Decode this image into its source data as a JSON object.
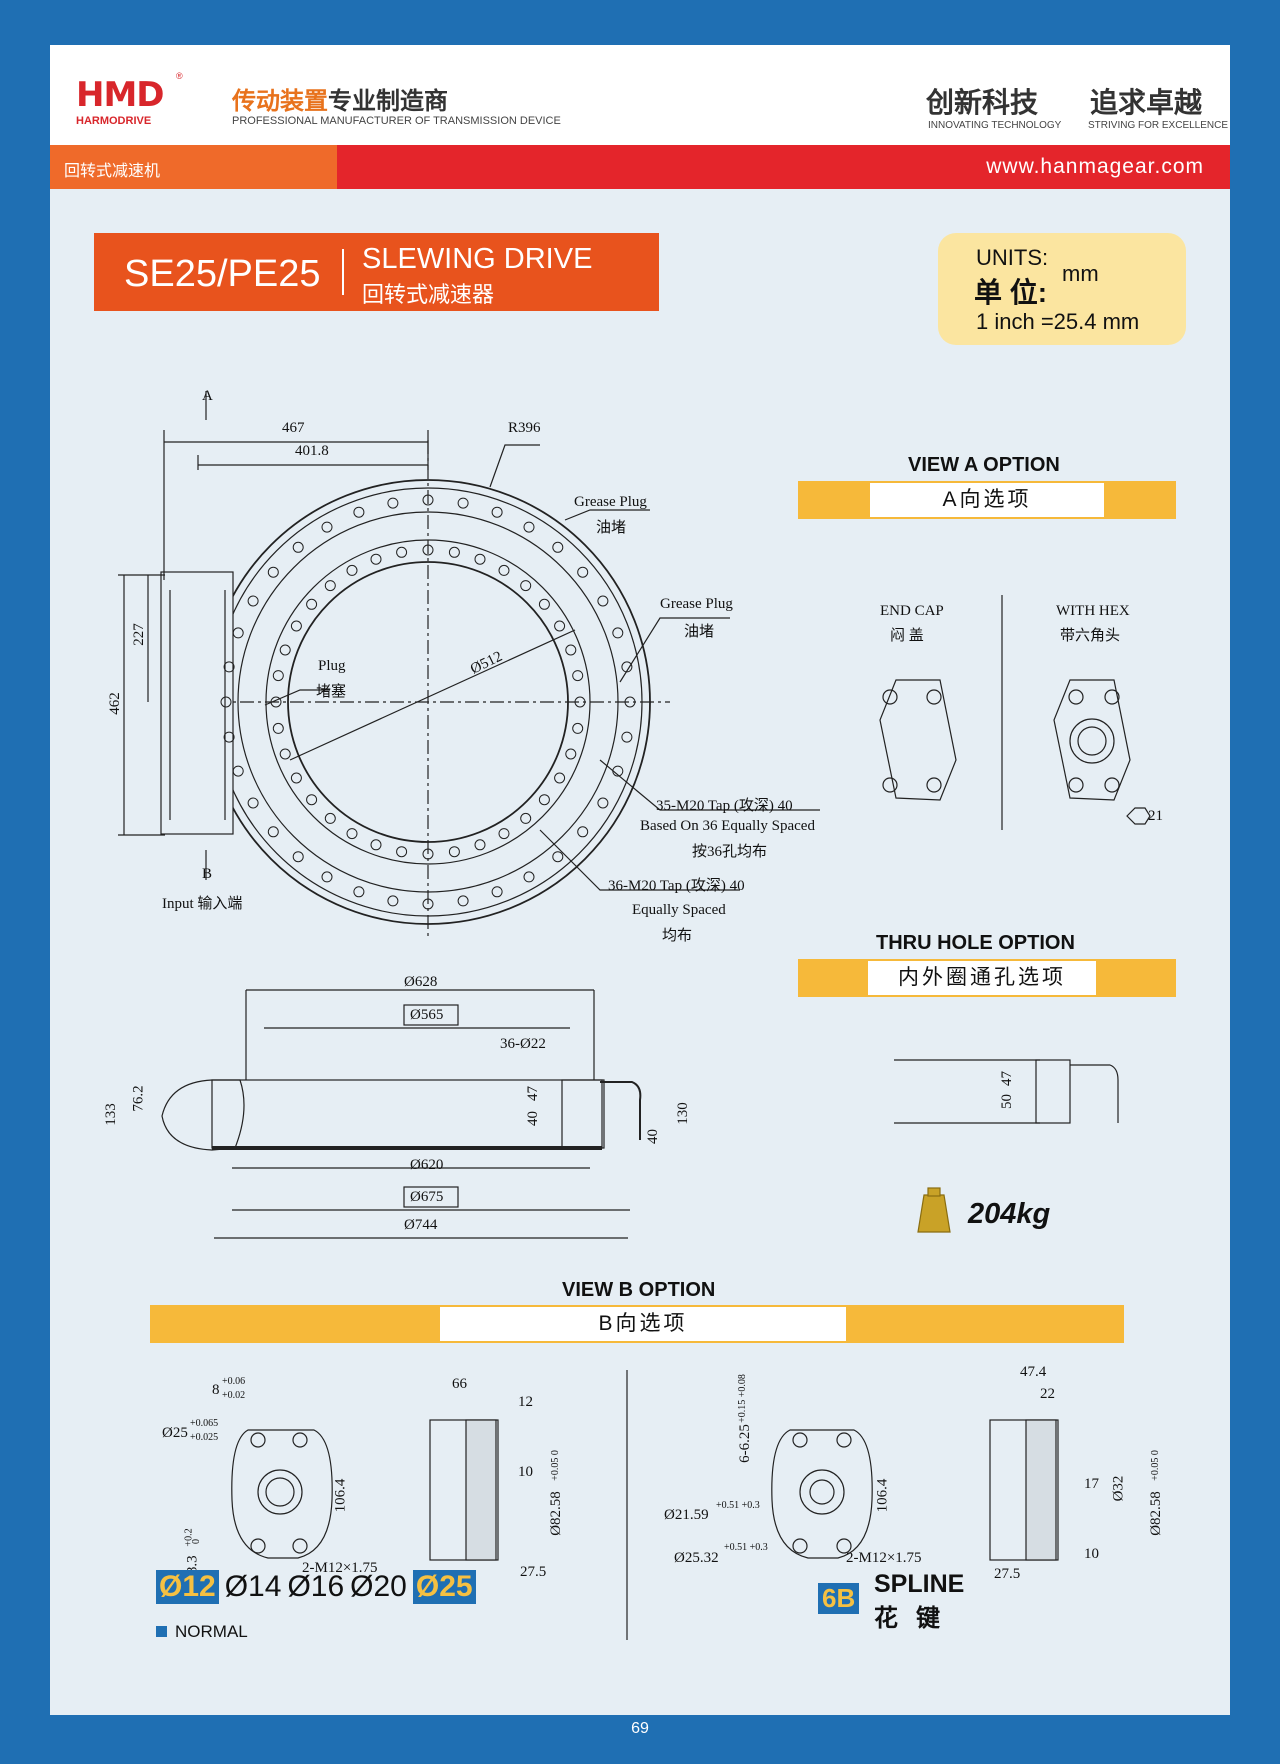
{
  "header": {
    "logo_mark": "HMD",
    "logo_sub": "HARMODRIVE",
    "logo_reg": "®",
    "tagline_cn_a": "传动装置",
    "tagline_cn_b": "专业制造商",
    "tagline_en": "PROFESSIONAL MANUFACTURER OF TRANSMISSION DEVICE",
    "slogan1_cn": "创新科技",
    "slogan1_en": "INNOVATING TECHNOLOGY",
    "slogan2_cn": "追求卓越",
    "slogan2_en": "STRIVING FOR EXCELLENCE",
    "category": "回转式减速机",
    "website": "www.hanmagear.com"
  },
  "title": {
    "model": "SE25/PE25",
    "name_en": "SLEWING DRIVE",
    "name_cn": "回转式减速器"
  },
  "units": {
    "label_en": "UNITS:",
    "label_cn": "单 位:",
    "unit": "mm",
    "conversion": "1 inch =25.4 mm"
  },
  "main_view": {
    "arrow_a": "A",
    "arrow_b": "B",
    "input_label": "Input 输入端",
    "dim_467": "467",
    "dim_401_8": "401.8",
    "dim_r396": "R396",
    "dim_227": "227",
    "dim_462": "462",
    "dim_512": "Ø512",
    "grease_plug_1": "Grease Plug",
    "grease_plug_1_cn": "油堵",
    "grease_plug_2": "Grease Plug",
    "grease_plug_2_cn": "油堵",
    "plug": "Plug",
    "plug_cn": "堵塞",
    "tap_35_a": "35-M20 Tap (攻深) 40",
    "tap_35_b": "Based On 36 Equally Spaced",
    "tap_35_c": "按36孔均布",
    "tap_36_a": "36-M20 Tap (攻深) 40",
    "tap_36_b": "Equally Spaced",
    "tap_36_c": "均布"
  },
  "side_view": {
    "d628": "Ø628",
    "d565": "Ø565",
    "holes": "36-Ø22",
    "d620": "Ø620",
    "d675": "Ø675",
    "d744": "Ø744",
    "h133": "133",
    "h76_2": "76.2",
    "h47": "47",
    "h40a": "40",
    "h130": "130",
    "h40b": "40"
  },
  "view_a": {
    "title": "VIEW A OPTION",
    "subtitle": "A向选项",
    "end_cap_en": "END CAP",
    "end_cap_cn": "闷 盖",
    "with_hex_en": "WITH HEX",
    "with_hex_cn": "带六角头",
    "hex_dim": "21"
  },
  "thru_hole": {
    "title": "THRU HOLE OPTION",
    "subtitle": "内外圈通孔选项",
    "d47": "47",
    "d50": "50"
  },
  "weight": "204kg",
  "view_b": {
    "title": "VIEW B OPTION",
    "subtitle": "B向选项",
    "key_w": "8",
    "key_tol_hi": "+0.06",
    "key_tol_lo": "+0.02",
    "bore": "Ø25",
    "bore_tol_hi": "+0.065",
    "bore_tol_lo": "+0.025",
    "h28_3": "28.3",
    "h28_tol_hi": "+0.2",
    "h28_tol_lo": "0",
    "h106_4a": "106.4",
    "m12a": "2-M12×1.75",
    "l66": "66",
    "l12": "12",
    "l10a": "10",
    "d82_58a": "Ø82.58",
    "d82_tol_a": "+0.05 0",
    "l27_5a": "27.5",
    "s_key": "6-6.25",
    "s_key_tol": "+0.15 +0.08",
    "s_d21": "Ø21.59",
    "s_d21_tol": "+0.51 +0.3",
    "s_d25": "Ø25.32",
    "s_d25_tol": "+0.51 +0.3",
    "h106_4b": "106.4",
    "m12b": "2-M12×1.75",
    "l47_4": "47.4",
    "l22": "22",
    "l17": "17",
    "d32": "Ø32",
    "d82_58b": "Ø82.58",
    "d82_tol_b": "+0.05 0",
    "l10b": "10",
    "l27_5b": "27.5"
  },
  "shaft_sizes": [
    "Ø12",
    "Ø14",
    "Ø16",
    "Ø20",
    "Ø25"
  ],
  "normal_label": "NORMAL",
  "spline": {
    "badge": "6B",
    "en": "SPLINE",
    "cn": "花键"
  },
  "page_number": "69",
  "colors": {
    "frame_blue": "#1f6fb3",
    "band_red": "#e4252b",
    "band_orange": "#ef6a2a",
    "title_orange": "#e8531d",
    "units_yellow": "#fbe5a0",
    "section_yellow": "#f6b93a"
  }
}
